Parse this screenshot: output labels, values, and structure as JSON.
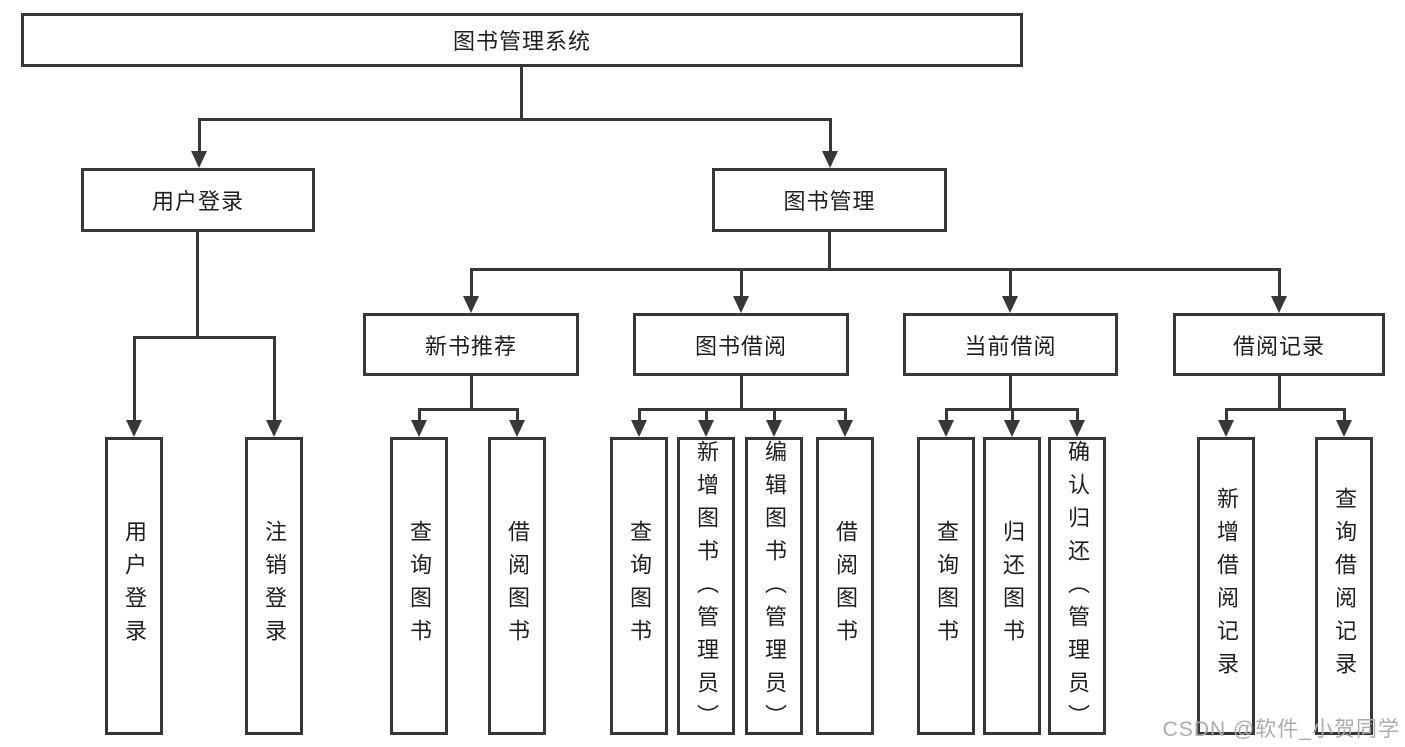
{
  "root": {
    "label": "图书管理系统"
  },
  "level1": {
    "user_login": {
      "label": "用户登录",
      "children": [
        "用户登录",
        "注销登录"
      ]
    },
    "book_mgmt": {
      "label": "图书管理"
    }
  },
  "level2": {
    "new_books": {
      "label": "新书推荐",
      "children": [
        "查询图书",
        "借阅图书"
      ]
    },
    "borrow": {
      "label": "图书借阅",
      "children": [
        "查询图书",
        "新增图书（管理员）",
        "编辑图书（管理员）",
        "借阅图书"
      ]
    },
    "current": {
      "label": "当前借阅",
      "children": [
        "查询图书",
        "归还图书",
        "确认归还（管理员）"
      ]
    },
    "records": {
      "label": "借阅记录",
      "children": [
        "新增借阅记录",
        "查询借阅记录"
      ]
    }
  },
  "colors": {
    "line": "#373737",
    "text": "#1e1e1e",
    "watermark": "#acacac",
    "background": "#ffffff"
  },
  "watermark": "CSDN @软件_小贺同学"
}
